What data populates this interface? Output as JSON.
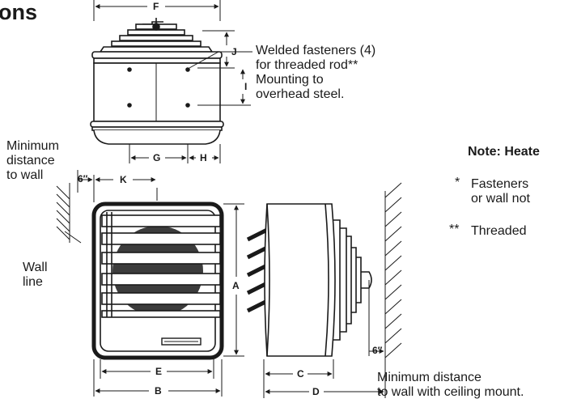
{
  "heading": "ons",
  "callouts": {
    "fasteners": [
      "Welded fasteners (4)",
      "for threaded rod**",
      "Mounting to",
      "overhead steel."
    ],
    "min_wall": [
      "Minimum",
      "distance",
      "to wall"
    ],
    "wall_line": [
      "Wall",
      "line"
    ],
    "min_ceiling": [
      "Minimum distance",
      "to wall with ceiling mount."
    ]
  },
  "clearance_label": "6″",
  "note": {
    "title": "Note: Heate",
    "items": [
      {
        "mark": "*",
        "lines": [
          "Fasteners",
          "or wall not"
        ]
      },
      {
        "mark": "**",
        "lines": [
          "Threaded"
        ]
      }
    ]
  },
  "dimensions": {
    "A": "A",
    "B": "B",
    "C": "C",
    "D": "D",
    "E": "E",
    "F": "F",
    "G": "G",
    "H": "H",
    "I": "I",
    "J": "J",
    "K": "K"
  },
  "colors": {
    "line": "#1a1a1a",
    "fan": "#3c3c3c",
    "housing": "#4a4a4a"
  }
}
